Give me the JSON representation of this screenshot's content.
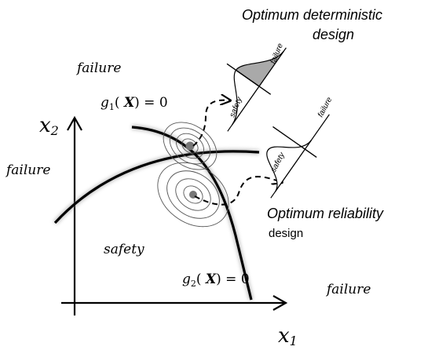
{
  "labels": {
    "title_line1": "Optimum deterministic",
    "title_line2": "design",
    "rel_line1": "Optimum reliability",
    "rel_line2": "design",
    "failure_top": "failure",
    "failure_left": "failure",
    "failure_right": "failure",
    "safety_main": "safety",
    "g1": "g",
    "g1_sub": "1",
    "g1_rest": "(X) = 0",
    "g2": "g",
    "g2_sub": "2",
    "g2_rest": "(X) = 0",
    "axis_x": "x",
    "axis_x_sub": "1",
    "axis_y": "x",
    "axis_y_sub": "2",
    "small_failure_1": "failure",
    "small_safety_1": "safety",
    "small_failure_2": "failure",
    "small_safety_2": "safety"
  }
}
